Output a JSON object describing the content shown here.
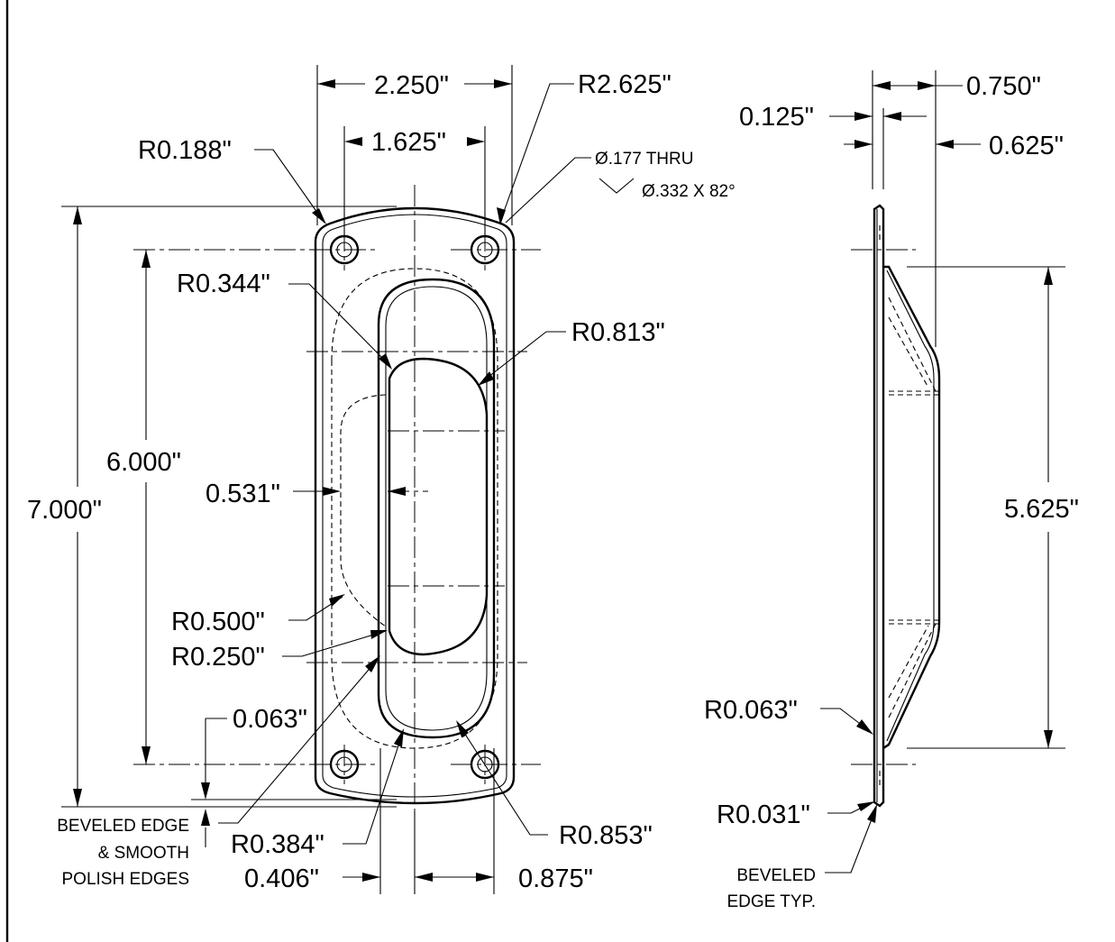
{
  "front_view": {
    "overall_width": "2.250\"",
    "hole_spacing_width": "1.625\"",
    "top_radius": "R2.625\"",
    "corner_radius": "R0.188\"",
    "hole_callout_thru": "Ø.177 THRU",
    "hole_callout_csk": "Ø.332 X 82°",
    "overall_height": "7.000\"",
    "hole_spacing_height": "6.000\"",
    "r_0344": "R0.344\"",
    "r_0813": "R0.813\"",
    "offset_0531": "0.531\"",
    "r_0500": "R0.500\"",
    "r_0250": "R0.250\"",
    "bevel_0063": "0.063\"",
    "r_0384": "R0.384\"",
    "r_0853": "R0.853\"",
    "width_0406": "0.406\"",
    "width_0875": "0.875\"",
    "note_bevel": [
      "BEVELED EDGE",
      "& SMOOTH",
      "POLISH EDGES"
    ]
  },
  "side_view": {
    "depth_total": "0.750\"",
    "plate_thickness": "0.125\"",
    "cup_depth": "0.625\"",
    "cup_length": "5.625\"",
    "r_0063": "R0.063\"",
    "r_0031": "R0.031\"",
    "note_bevel": [
      "BEVELED",
      "EDGE TYP."
    ]
  }
}
